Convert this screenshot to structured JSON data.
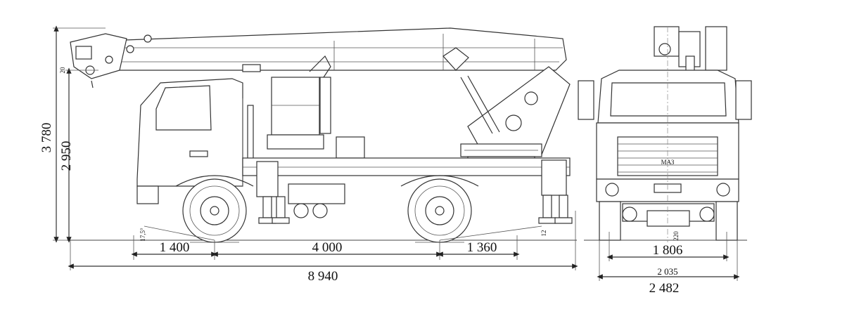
{
  "dimensions": {
    "overall_height": "3 780",
    "deck_height": "2 950",
    "front_overhang": "1 400",
    "wheelbase": "4 000",
    "rear_overhang": "1 360",
    "overall_length": "8 940",
    "track": "1 806",
    "outrigger_span": "2 035",
    "overall_width": "2 482",
    "small_label_top": "20",
    "small_label_front": "17,5°",
    "small_label_rear": "12",
    "small_label_side": "220"
  },
  "badges": {
    "grille_logo": "МАЗ"
  }
}
